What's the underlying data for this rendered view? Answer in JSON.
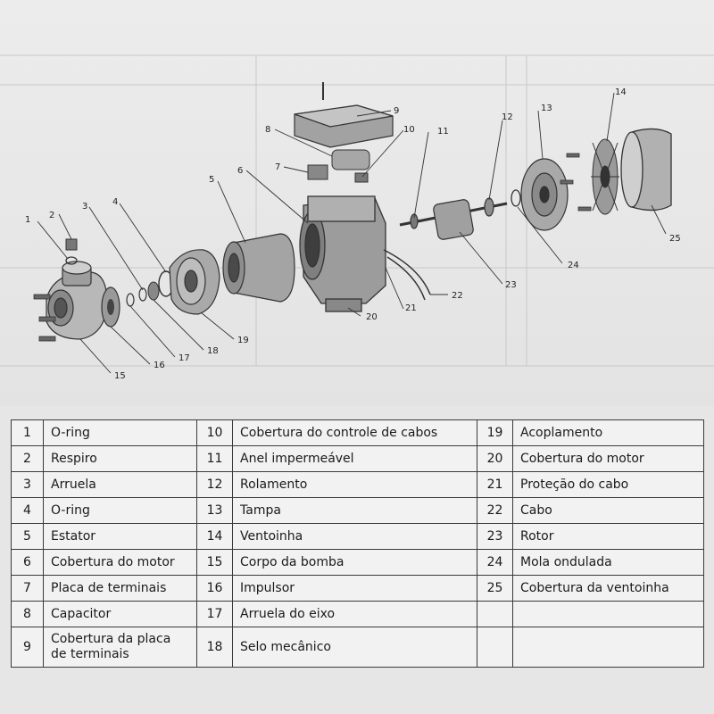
{
  "callouts": [
    "1",
    "2",
    "3",
    "4",
    "5",
    "6",
    "7",
    "8",
    "9",
    "10",
    "11",
    "12",
    "13",
    "14",
    "15",
    "16",
    "17",
    "18",
    "19",
    "20",
    "21",
    "22",
    "23",
    "24",
    "25"
  ],
  "parts": [
    [
      {
        "n": "1",
        "name": "O-ring"
      },
      {
        "n": "10",
        "name": "Cobertura do controle de cabos"
      },
      {
        "n": "19",
        "name": "Acoplamento"
      }
    ],
    [
      {
        "n": "2",
        "name": "Respiro"
      },
      {
        "n": "11",
        "name": "Anel impermeável"
      },
      {
        "n": "20",
        "name": "Cobertura do motor"
      }
    ],
    [
      {
        "n": "3",
        "name": "Arruela"
      },
      {
        "n": "12",
        "name": "Rolamento"
      },
      {
        "n": "21",
        "name": "Proteção do cabo"
      }
    ],
    [
      {
        "n": "4",
        "name": "O-ring"
      },
      {
        "n": "13",
        "name": "Tampa"
      },
      {
        "n": "22",
        "name": "Cabo"
      }
    ],
    [
      {
        "n": "5",
        "name": "Estator"
      },
      {
        "n": "14",
        "name": "Ventoinha"
      },
      {
        "n": "23",
        "name": "Rotor"
      }
    ],
    [
      {
        "n": "6",
        "name": "Cobertura do motor"
      },
      {
        "n": "15",
        "name": "Corpo da bomba"
      },
      {
        "n": "24",
        "name": "Mola ondulada"
      }
    ],
    [
      {
        "n": "7",
        "name": "Placa de terminais"
      },
      {
        "n": "16",
        "name": "Impulsor"
      },
      {
        "n": "25",
        "name": "Cobertura da ventoinha"
      }
    ],
    [
      {
        "n": "8",
        "name": "Capacitor"
      },
      {
        "n": "17",
        "name": "Arruela do eixo"
      },
      {
        "n": "",
        "name": ""
      }
    ],
    [
      {
        "n": "9",
        "name": "Cobertura da placa de terminais"
      },
      {
        "n": "18",
        "name": "Selo mecânico"
      },
      {
        "n": "",
        "name": ""
      }
    ]
  ]
}
